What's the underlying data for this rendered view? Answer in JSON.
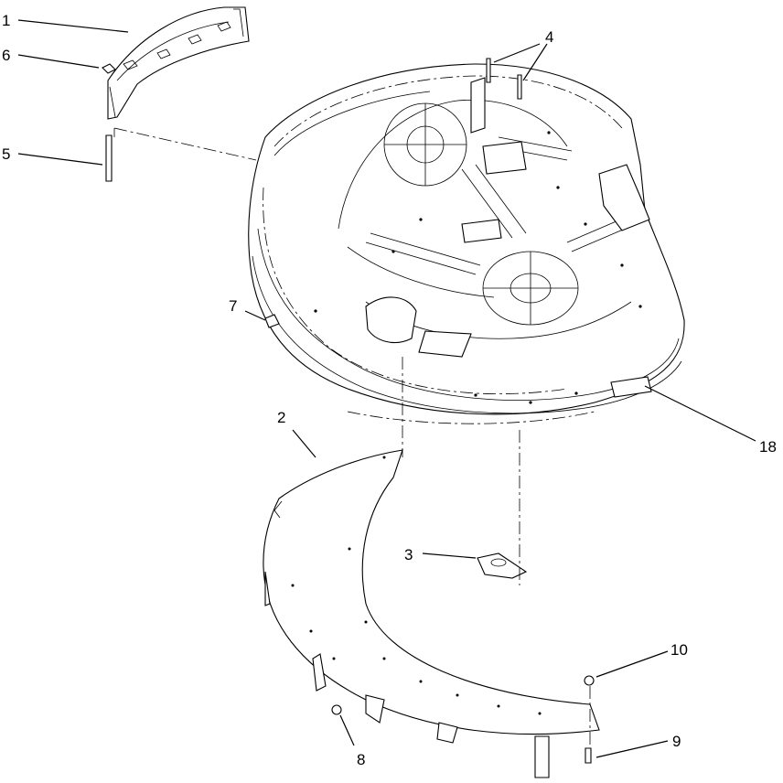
{
  "figure": {
    "callouts": [
      {
        "id": "callout-1",
        "label": "1"
      },
      {
        "id": "callout-2",
        "label": "2"
      },
      {
        "id": "callout-3",
        "label": "3"
      },
      {
        "id": "callout-4",
        "label": "4"
      },
      {
        "id": "callout-5",
        "label": "5"
      },
      {
        "id": "callout-6",
        "label": "6"
      },
      {
        "id": "callout-7",
        "label": "7"
      },
      {
        "id": "callout-8",
        "label": "8"
      },
      {
        "id": "callout-9",
        "label": "9"
      },
      {
        "id": "callout-10",
        "label": "10"
      },
      {
        "id": "callout-18",
        "label": "18"
      }
    ]
  }
}
